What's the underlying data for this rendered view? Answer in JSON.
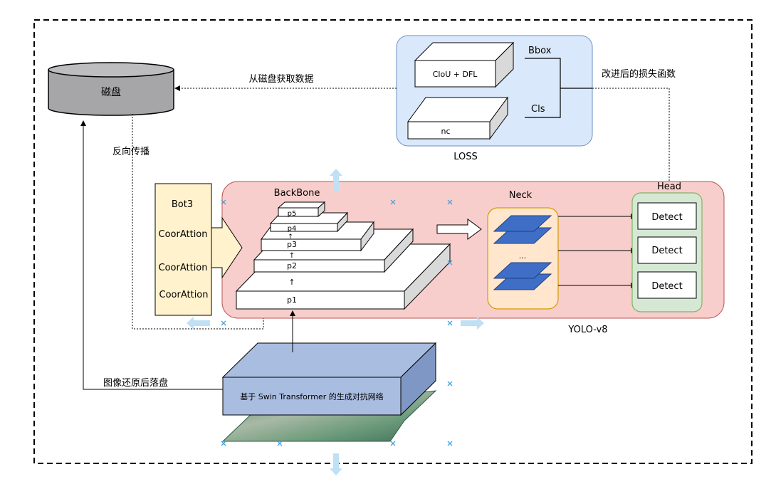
{
  "storage": {
    "label": "磁盘"
  },
  "loss": {
    "title": "LOSS",
    "box1": "CIoU + DFL",
    "box2": "nc",
    "bbox_label": "Bbox",
    "cls_label": "Cls",
    "improved_label": "改进后的损失函数"
  },
  "edges": {
    "fetch_from_disk": "从磁盘获取数据",
    "backprop": "反向传播",
    "restore_to_disk": "图像还原后落盘"
  },
  "modules": {
    "items": [
      "Bot3",
      "CoorAttion",
      "CoorAttion",
      "CoorAttion"
    ]
  },
  "backbone": {
    "title": "BackBone",
    "levels": [
      "p5",
      "p4",
      "p3",
      "p2",
      "p1"
    ],
    "arrow_glyph": "↑"
  },
  "neck": {
    "title": "Neck",
    "ellipsis": "..."
  },
  "head": {
    "title": "Head",
    "detect": [
      "Detect",
      "Detect",
      "Detect"
    ]
  },
  "model_label": "YOLO-v8",
  "gan": {
    "label": "基于 Swin Transformer 的生成对抗网络"
  },
  "colors": {
    "disk": "#a6a6a8",
    "loss_bg": "#dae8fc",
    "yolo_bg": "#f8cecc",
    "module_bg": "#fff2cc",
    "neck_bg": "#ffe6cc",
    "head_bg": "#d5e8d4",
    "layer_blue": "#3f6ec6",
    "gan_box": "#a9bde0"
  }
}
